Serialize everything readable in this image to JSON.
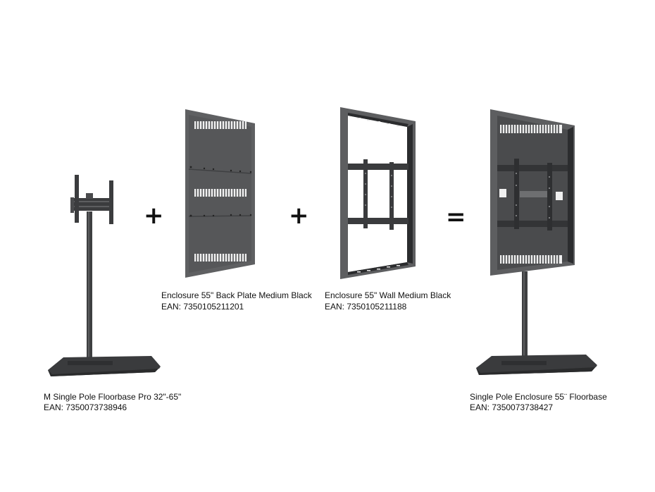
{
  "products": [
    {
      "id": "floorbase",
      "name": "M Single Pole Floorbase Pro 32\"-65\"",
      "ean": "EAN: 7350073738946",
      "icon": "floor-stand-with-tv-bracket"
    },
    {
      "id": "back-plate",
      "name": "Enclosure 55\" Back Plate Medium Black",
      "ean": "EAN: 7350105211201",
      "icon": "vented-back-plate-panel"
    },
    {
      "id": "wall",
      "name": "Enclosure 55\" Wall Medium Black",
      "ean": "EAN: 7350105211188",
      "icon": "frame-with-vesa-mount"
    },
    {
      "id": "result",
      "name": "Single Pole Enclosure 55¨ Floorbase",
      "ean": "EAN: 7350073738427",
      "icon": "enclosure-on-floor-stand"
    }
  ],
  "operators": {
    "plus_1": "+",
    "plus_2": "+",
    "equals": "="
  },
  "colors": {
    "background": "#ffffff",
    "metal_dark": "#3c3d3f",
    "metal_mid": "#555658",
    "metal_frame": "#626365",
    "text": "#111111"
  }
}
